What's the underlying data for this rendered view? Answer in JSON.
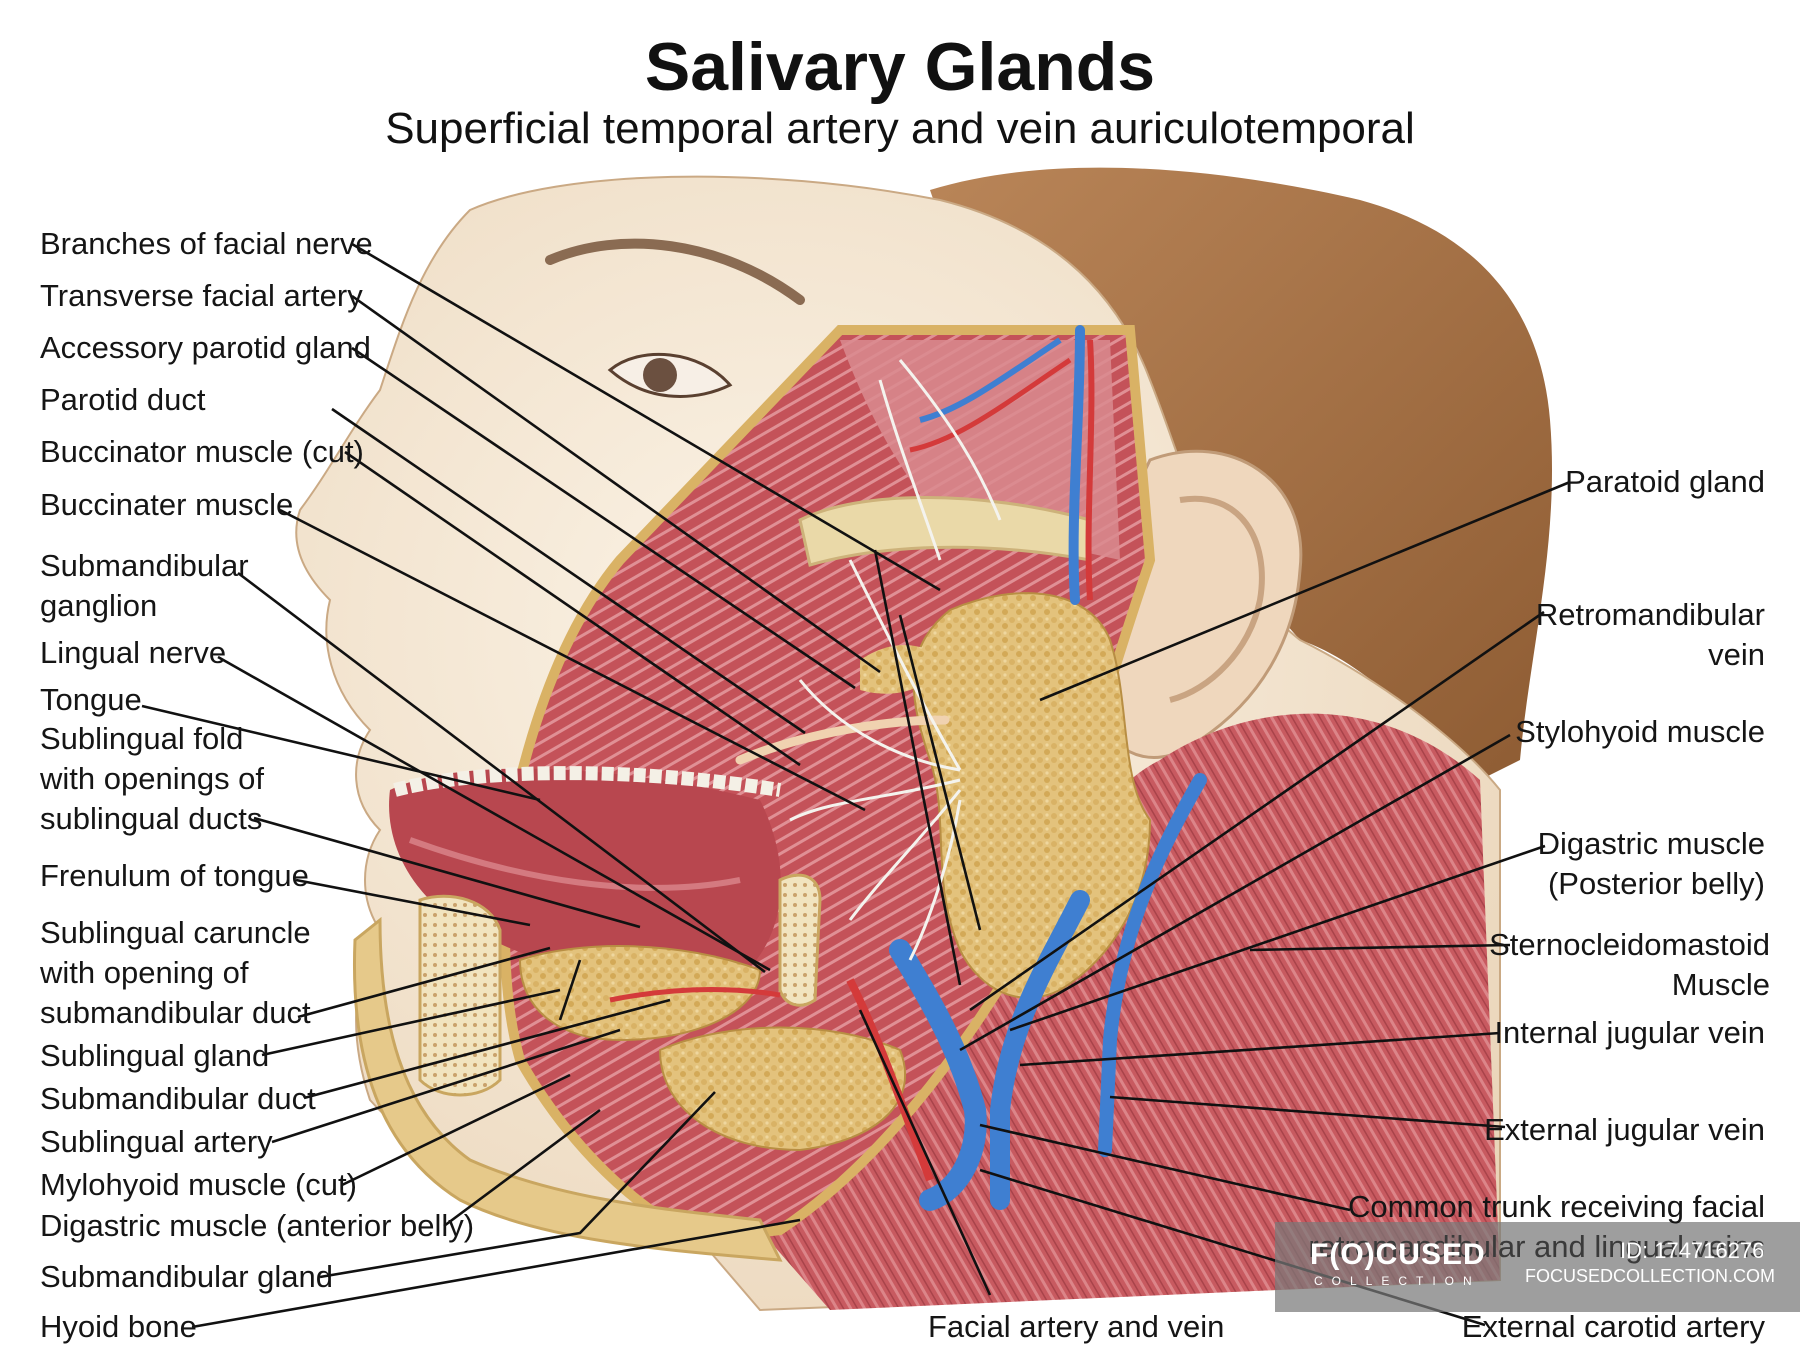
{
  "title": "Salivary Glands",
  "subtitle": "Superficial temporal artery and vein auriculotemporal",
  "labels_left": [
    {
      "id": "branches-facial-nerve",
      "lines": [
        "Branches of facial nerve"
      ]
    },
    {
      "id": "transverse-facial-artery",
      "lines": [
        "Transverse facial artery"
      ]
    },
    {
      "id": "accessory-parotid-gland",
      "lines": [
        "Accessory parotid gland"
      ]
    },
    {
      "id": "parotid-duct",
      "lines": [
        "Parotid duct"
      ]
    },
    {
      "id": "buccinator-muscle-cut",
      "lines": [
        "Buccinator muscle (cut)"
      ]
    },
    {
      "id": "buccinater-muscle",
      "lines": [
        "Buccinater muscle"
      ]
    },
    {
      "id": "submandibular-ganglion",
      "lines": [
        "Submandibular",
        "ganglion"
      ]
    },
    {
      "id": "lingual-nerve",
      "lines": [
        "Lingual nerve"
      ]
    },
    {
      "id": "tongue",
      "lines": [
        "Tongue"
      ]
    },
    {
      "id": "sublingual-fold",
      "lines": [
        "Sublingual fold",
        "with openings of",
        "sublingual ducts"
      ]
    },
    {
      "id": "frenulum-of-tongue",
      "lines": [
        "Frenulum of tongue"
      ]
    },
    {
      "id": "sublingual-caruncle",
      "lines": [
        "Sublingual caruncle",
        "with opening of",
        "submandibular duct"
      ]
    },
    {
      "id": "sublingual-gland",
      "lines": [
        "Sublingual gland"
      ]
    },
    {
      "id": "submandibular-duct",
      "lines": [
        "Submandibular duct"
      ]
    },
    {
      "id": "sublingual-artery",
      "lines": [
        "Sublingual artery"
      ]
    },
    {
      "id": "mylohyoid-muscle-cut",
      "lines": [
        "Mylohyoid muscle (cut)"
      ]
    },
    {
      "id": "digastric-anterior-belly",
      "lines": [
        "Digastric muscle (anterior belly)"
      ]
    },
    {
      "id": "submandibular-gland",
      "lines": [
        "Submandibular gland"
      ]
    },
    {
      "id": "hyoid-bone",
      "lines": [
        "Hyoid bone"
      ]
    }
  ],
  "labels_right": [
    {
      "id": "paratoid-gland",
      "lines": [
        "Paratoid gland"
      ]
    },
    {
      "id": "retromandibular-vein",
      "lines": [
        "Retromandibular",
        "vein"
      ]
    },
    {
      "id": "stylohyoid-muscle",
      "lines": [
        "Stylohyoid muscle"
      ]
    },
    {
      "id": "digastric-posterior-belly",
      "lines": [
        "Digastric muscle",
        "(Posterior belly)"
      ]
    },
    {
      "id": "sternocleidomastoid-muscle",
      "lines": [
        "Sternocleidomastoid",
        "Muscle"
      ]
    },
    {
      "id": "internal-jugular-vein",
      "lines": [
        "Internal jugular vein"
      ]
    },
    {
      "id": "external-jugular-vein",
      "lines": [
        "External jugular vein"
      ]
    },
    {
      "id": "common-trunk",
      "lines": [
        "Common trunk receiving facial",
        "retromandibular and lingual veins"
      ]
    },
    {
      "id": "external-carotid-artery",
      "lines": [
        "External carotid artery"
      ]
    }
  ],
  "labels_bottom": [
    {
      "id": "facial-artery-and-vein",
      "lines": [
        "Facial artery and vein"
      ]
    }
  ],
  "watermark": {
    "logo": "F(O)CUSED",
    "sub": "COLLECTION",
    "id": "ID: 174716276",
    "url": "FOCUSEDCOLLECTION.COM"
  },
  "colors": {
    "skin": "#f1e3cf",
    "hair": "#a8754a",
    "muscle": "#c4555c",
    "gland": "#e2c07a",
    "vein": "#3f7fd1",
    "artery": "#d43a3a",
    "bone": "#f4ead0",
    "nerve": "#f2f2ee",
    "leader": "#111111"
  }
}
